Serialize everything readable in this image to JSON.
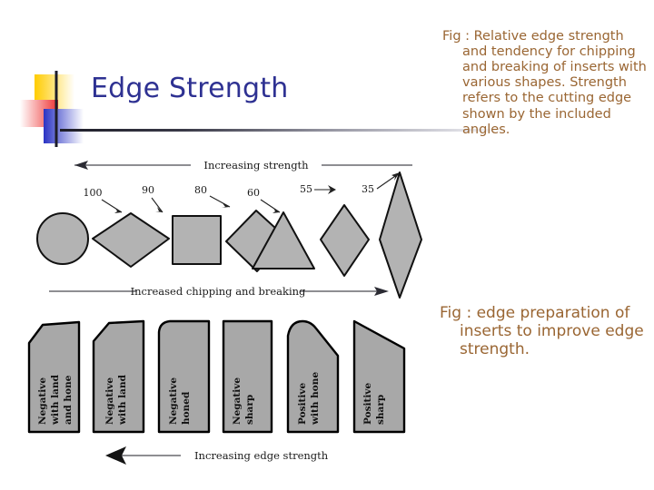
{
  "slide": {
    "title": "Edge Strength",
    "title_color": "#2e3192",
    "caption_color": "#9a6633",
    "shape_fill": "#b3b3b3"
  },
  "decoration": {
    "squares": [
      {
        "name": "yellow-square",
        "color": "#ffcc00"
      },
      {
        "name": "red-square",
        "color": "#ee3333"
      },
      {
        "name": "blue-square",
        "color": "#2a33c4"
      }
    ]
  },
  "captions": {
    "top": {
      "lead": "Fig : Relative edge",
      "body": "strength and tendency for chipping and breaking of inserts with various shapes. Strength refers to the cutting edge shown by the included angles."
    },
    "bottom": {
      "lead": "Fig : edge",
      "body": "preparation of inserts to improve edge strength."
    }
  },
  "figure_top": {
    "top_axis_label": "Increasing  strength",
    "top_axis_direction": "left",
    "bottom_axis_label": "Increased  chipping  and  breaking",
    "bottom_axis_direction": "right",
    "shapes": [
      {
        "name": "circle-insert",
        "angle": "",
        "form": "circle"
      },
      {
        "name": "wide-diamond-insert",
        "angle": "100",
        "form": "wide-diamond"
      },
      {
        "name": "square-insert",
        "angle": "90",
        "form": "square"
      },
      {
        "name": "rotated-square-insert",
        "angle": "80",
        "form": "rotated-square"
      },
      {
        "name": "triangle-insert",
        "angle": "60",
        "form": "triangle"
      },
      {
        "name": "diamond-insert",
        "angle": "55",
        "form": "diamond"
      },
      {
        "name": "narrow-diamond-insert",
        "angle": "35",
        "form": "narrow-diamond"
      }
    ]
  },
  "figure_bottom": {
    "axis_label": "Increasing   edge   strength",
    "axis_direction": "left",
    "inserts": [
      {
        "name": "insert-negative-with-land-and-hone",
        "lines": [
          "Negative",
          "with  land",
          "and  hone"
        ],
        "form": "chamfer-hone"
      },
      {
        "name": "insert-negative-with-land",
        "lines": [
          "Negative",
          "with  land"
        ],
        "form": "chamfer"
      },
      {
        "name": "insert-negative-honed",
        "lines": [
          "Negative",
          "honed"
        ],
        "form": "honed"
      },
      {
        "name": "insert-negative-sharp",
        "lines": [
          "Negative",
          "sharp"
        ],
        "form": "sharp"
      },
      {
        "name": "insert-positive-with-hone",
        "lines": [
          "Positive",
          "with  hone"
        ],
        "form": "pos-hone"
      },
      {
        "name": "insert-positive-sharp",
        "lines": [
          "Positive",
          "sharp"
        ],
        "form": "pos-sharp"
      }
    ]
  }
}
